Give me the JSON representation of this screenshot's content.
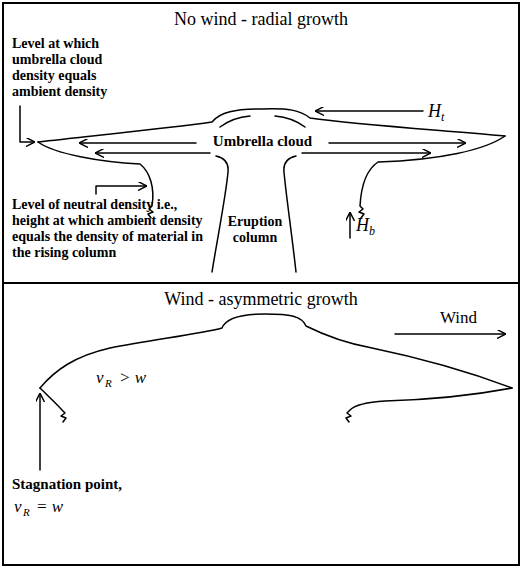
{
  "diagram": {
    "nodes": [
      {
        "text": [
          "No wind - radial growth"
        ]
      },
      {
        "text": [
          "Wind - asymmetric growth"
        ]
      }
    ],
    "labels": [
      "Level at which umbrella cloud density equals ambient density",
      "H",
      "t",
      "Umbrella cloud",
      "Level of neutral density i.e., height at which ambient density equals the density of material in the rising column",
      "H",
      "b",
      "Eruption column",
      "Wind",
      "v",
      "R",
      "> w",
      "Stagnation point,",
      "v",
      "R",
      "= w"
    ]
  }
}
